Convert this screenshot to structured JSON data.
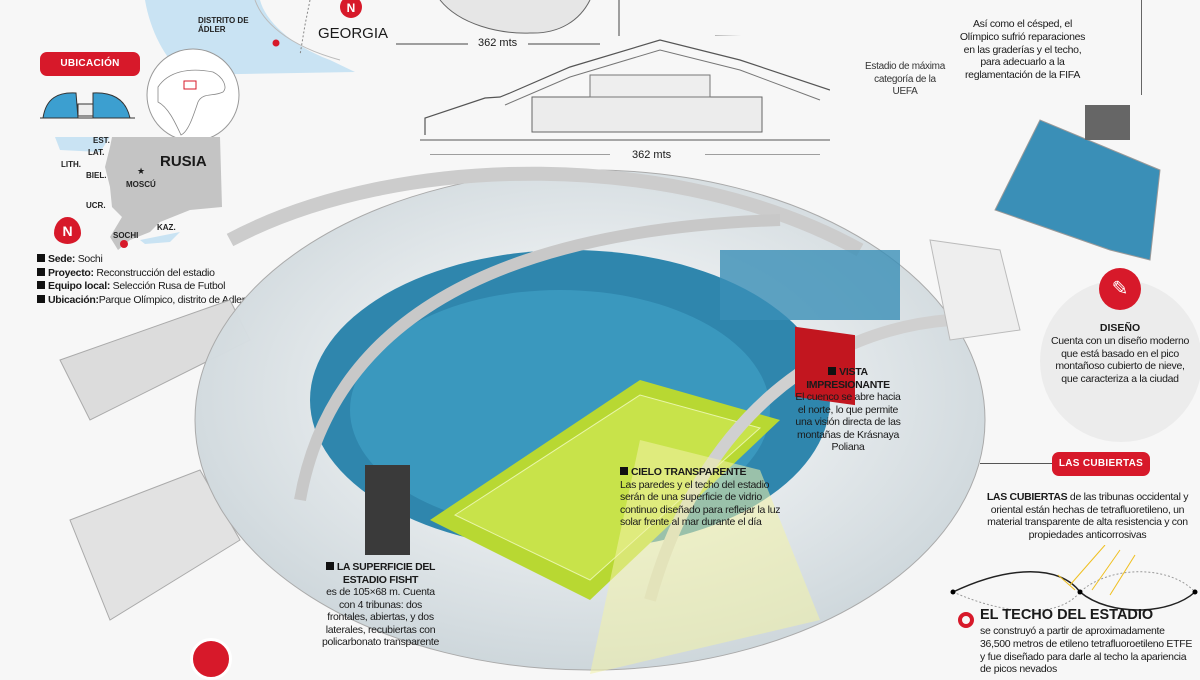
{
  "location_map": {
    "district_label": "DISTRITO DE ÁDLER",
    "georgia_label": "GEORGIA",
    "badge": "UBICACIÓN",
    "russia_label": "RUSIA",
    "north_label": "N",
    "places": {
      "est": "EST.",
      "lat": "LAT.",
      "lith": "LITH.",
      "biel": "BIEL.",
      "moscu": "MOSCÚ",
      "ucr": "UCR.",
      "kaz": "KAZ.",
      "sochi": "SOCHI"
    }
  },
  "facts": [
    {
      "label": "Sede:",
      "value": " Sochi"
    },
    {
      "label": "Proyecto:",
      "value": " Reconstrucción del estadio"
    },
    {
      "label": "Equipo local:",
      "value": " Selección Rusa de Futbol"
    },
    {
      "label": "Ubicación:",
      "value": "Parque Olímpico, distrito de Adler"
    }
  ],
  "dimensions": {
    "top": "362 mts",
    "bottom": "362 mts"
  },
  "uefa_note": "Estadio de máxima categoría de la UEFA",
  "repair_note": "Así como el césped, el Olímpico sufrió reparaciones en las graderías y el techo, para adecuarlo a la reglamentación de la FIFA",
  "diseno": {
    "title": "DISEÑO",
    "text": "Cuenta con un diseño moderno que está basado en el pico montañoso cubierto de nieve, que caracteriza a la ciudad",
    "icon": "design-pencil-icon"
  },
  "cubiertas": {
    "badge": "LAS CUBIERTAS",
    "lead": "LAS CUBIERTAS",
    "text": " de las tribunas occidental y oriental están hechas de tetrafluoretileno, un material transparente de alta resistencia y con propiedades anticorrosivas"
  },
  "techo": {
    "title": "EL TECHO DEL ESTADIO",
    "text": "se construyó a partir de aproximadamente 36,500 metros de etileno tetrafluoroetileno ETFE y fue diseñado para darle al techo la apariencia de picos nevados"
  },
  "vista": {
    "title": "VISTA IMPRESIONANTE",
    "text": "El cuenco se abre hacia el norte, lo que permite una visión directa de las montañas de Krásnaya Poliana"
  },
  "cielo": {
    "title": "CIELO TRANSPARENTE",
    "text": "Las paredes y el techo del estadio serán de una superficie de vidrio continuo diseñado para reflejar la luz solar frente al mar durante el día"
  },
  "superficie": {
    "title": "LA SUPERFICIE DEL ESTADIO FISHT",
    "text": "es de 105×68 m. Cuenta con 4 tribunas: dos frontales, abiertas, y dos laterales, recubiertas con policarbonato transparente"
  },
  "colors": {
    "accent": "#d7192a",
    "sea": "#c9e3f3",
    "field": "#b8d832",
    "seats": "#2a7fa8",
    "map_grey": "#c4c4c4"
  }
}
